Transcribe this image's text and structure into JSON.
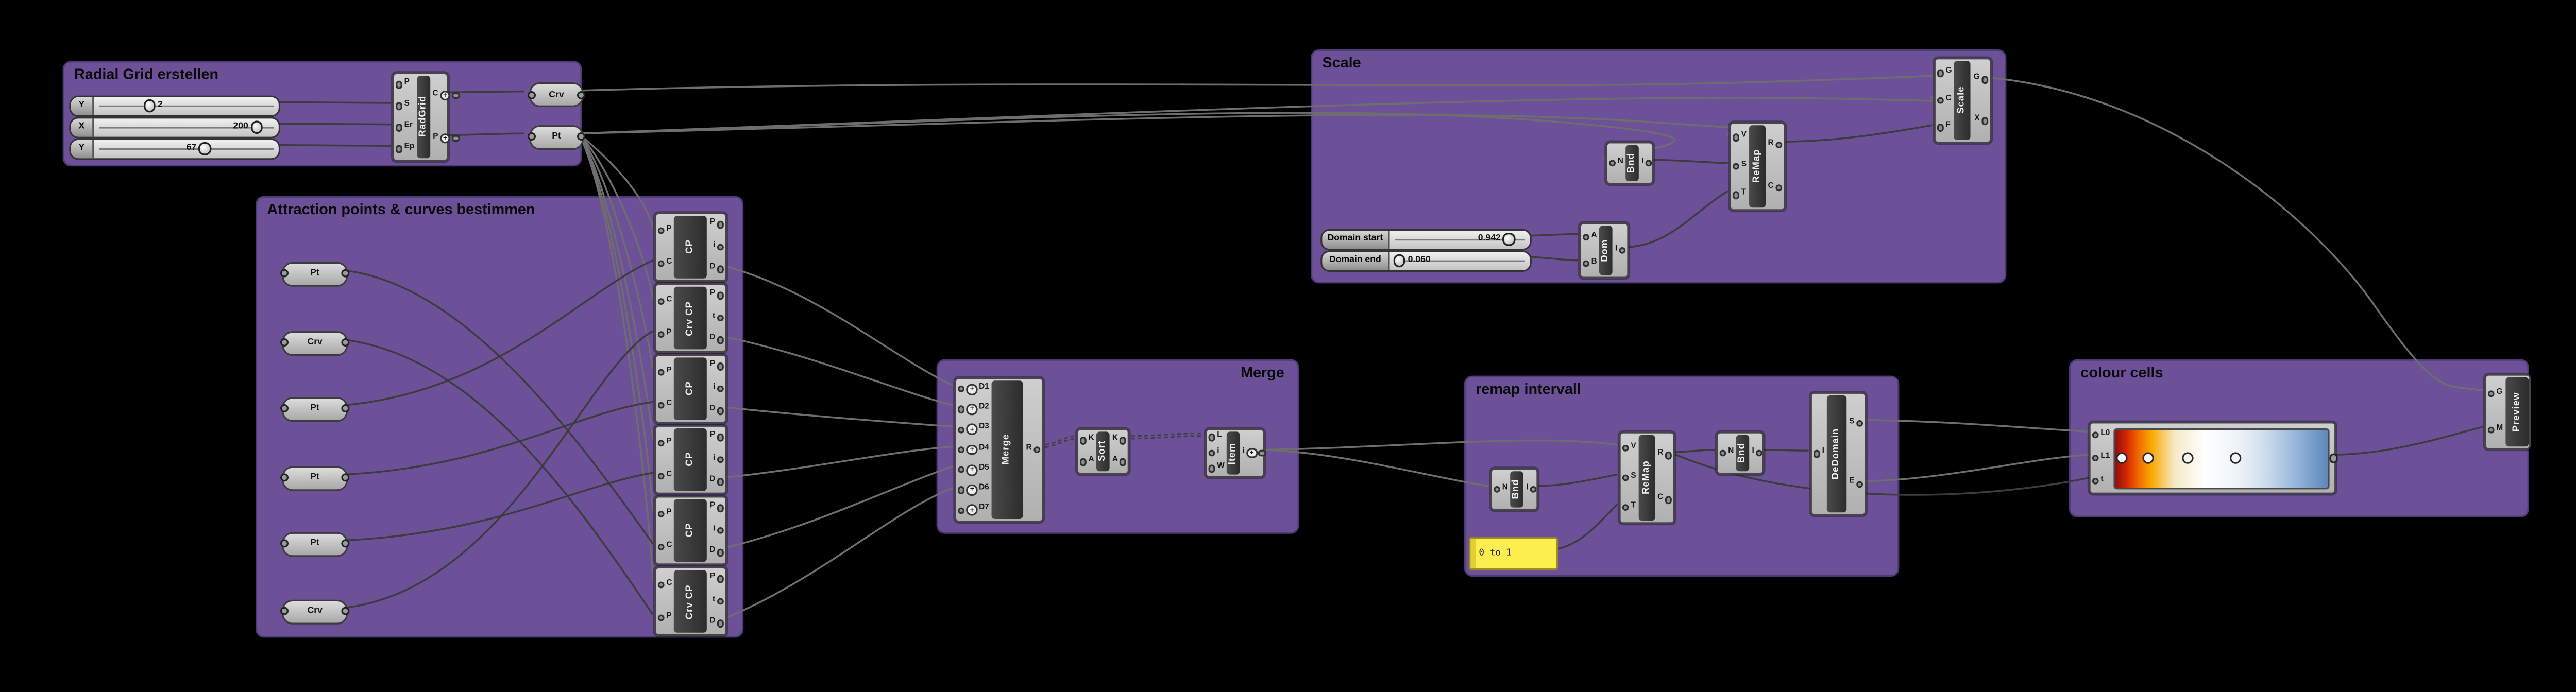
{
  "colors": {
    "canvas_bg": "#000000",
    "group_fill": "#6d5198",
    "panel_fill": "#fcee4f",
    "wire": "#6e6e6e"
  },
  "groups": {
    "radial": {
      "title": "Radial Grid erstellen",
      "sliders": [
        {
          "label": "Y",
          "value": "2",
          "knob": 0.3,
          "value_side": "right"
        },
        {
          "label": "X",
          "value": "200",
          "knob": 0.88,
          "value_side": "left"
        },
        {
          "label": "Y",
          "value": "67",
          "knob": 0.6,
          "value_side": "left"
        }
      ],
      "radgrid": {
        "label": "RadGrid",
        "inputs": [
          "P",
          "S",
          "Er",
          "Ep"
        ],
        "outputs": [
          "C",
          "P"
        ],
        "plus_outputs": true
      },
      "params": [
        {
          "label": "Crv"
        },
        {
          "label": "Pt"
        }
      ]
    },
    "attraction": {
      "title": "Attraction points & curves bestimmen",
      "params": [
        {
          "label": "Pt"
        },
        {
          "label": "Crv"
        },
        {
          "label": "Pt"
        },
        {
          "label": "Pt"
        },
        {
          "label": "Pt"
        },
        {
          "label": "Crv"
        }
      ],
      "components": [
        {
          "label": "CP",
          "inputs": [
            "P",
            "C"
          ],
          "outputs": [
            "P",
            "i",
            "D"
          ]
        },
        {
          "label": "Crv CP",
          "inputs": [
            "C",
            "P"
          ],
          "outputs": [
            "P",
            "t",
            "D"
          ]
        },
        {
          "label": "CP",
          "inputs": [
            "P",
            "C"
          ],
          "outputs": [
            "P",
            "i",
            "D"
          ]
        },
        {
          "label": "CP",
          "inputs": [
            "P",
            "C"
          ],
          "outputs": [
            "P",
            "i",
            "D"
          ]
        },
        {
          "label": "CP",
          "inputs": [
            "P",
            "C"
          ],
          "outputs": [
            "P",
            "i",
            "D"
          ]
        },
        {
          "label": "Crv CP",
          "inputs": [
            "C",
            "P"
          ],
          "outputs": [
            "P",
            "t",
            "D"
          ]
        }
      ]
    },
    "merge": {
      "title": "Merge",
      "merge": {
        "label": "Merge",
        "inputs": [
          "D1",
          "D2",
          "D3",
          "D4",
          "D5",
          "D6",
          "D7"
        ],
        "outputs": [
          "R"
        ],
        "plus_inputs": true
      },
      "sort": {
        "label": "Sort",
        "inputs": [
          "K",
          "A"
        ],
        "outputs": [
          "K",
          "A"
        ]
      },
      "item": {
        "label": "Item",
        "inputs": [
          "L",
          "i",
          "W"
        ],
        "outputs": [
          "i"
        ],
        "plus_outputs": true
      }
    },
    "scale": {
      "title": "Scale",
      "bnd": {
        "label": "Bnd",
        "inputs": [
          "N"
        ],
        "outputs": [
          "I"
        ]
      },
      "remap": {
        "label": "ReMap",
        "inputs": [
          "V",
          "S",
          "T"
        ],
        "outputs": [
          "R",
          "C"
        ]
      },
      "scale_comp": {
        "label": "Scale",
        "inputs": [
          "G",
          "C",
          "F"
        ],
        "outputs": [
          "G",
          "X"
        ]
      },
      "dom": {
        "label": "Dom",
        "inputs": [
          "A",
          "B"
        ],
        "outputs": [
          "I"
        ]
      },
      "sliders": [
        {
          "label": "Domain start",
          "value": "0.942",
          "knob": 0.85,
          "value_side": "left"
        },
        {
          "label": "Domain end",
          "value": "0.060",
          "knob": 0.07,
          "value_side": "right"
        }
      ]
    },
    "remap": {
      "title": "remap intervall",
      "bnd1": {
        "label": "Bnd",
        "inputs": [
          "N"
        ],
        "outputs": [
          "I"
        ]
      },
      "panel": {
        "text": "0 to 1"
      },
      "remap2": {
        "label": "ReMap",
        "inputs": [
          "V",
          "S",
          "T"
        ],
        "outputs": [
          "R",
          "C"
        ]
      },
      "bnd2": {
        "label": "Bnd",
        "inputs": [
          "N"
        ],
        "outputs": [
          "I"
        ]
      },
      "dedomain": {
        "label": "DeDomain",
        "inputs": [
          "I"
        ],
        "outputs": [
          "S",
          "E"
        ]
      }
    },
    "colour": {
      "title": "colour cells",
      "gradient": {
        "inputs": [
          "L0",
          "L1",
          "t"
        ],
        "stops": [
          [
            "#8a1111",
            0
          ],
          [
            "#d32300",
            5
          ],
          [
            "#f26a00",
            11
          ],
          [
            "#f9a800",
            17
          ],
          [
            "#f7e9c8",
            28
          ],
          [
            "#ffffff",
            42
          ],
          [
            "#eef3f9",
            58
          ],
          [
            "#c9d9ec",
            72
          ],
          [
            "#93b3d9",
            86
          ],
          [
            "#5d87bc",
            100
          ]
        ],
        "grips": [
          0.03,
          0.16,
          0.34,
          0.57
        ]
      },
      "preview": {
        "label": "Preview",
        "inputs": [
          "G",
          "M"
        ],
        "outputs": []
      }
    }
  }
}
